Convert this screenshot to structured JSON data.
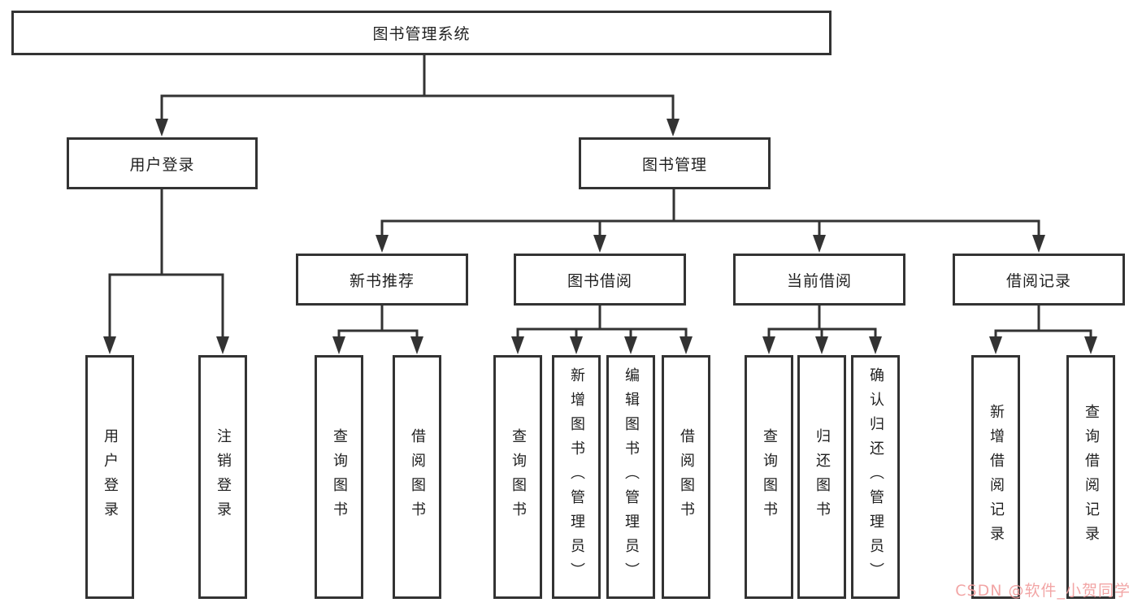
{
  "diagram": {
    "root": {
      "label": "图书管理系统"
    },
    "branches": [
      {
        "label": "用户登录",
        "children": [
          {
            "label": "用户登录"
          },
          {
            "label": "注销登录"
          }
        ]
      },
      {
        "label": "图书管理",
        "children": [
          {
            "label": "新书推荐",
            "children": [
              {
                "label": "查询图书"
              },
              {
                "label": "借阅图书"
              }
            ]
          },
          {
            "label": "图书借阅",
            "children": [
              {
                "label": "查询图书"
              },
              {
                "label": "新增图书（管理员）"
              },
              {
                "label": "编辑图书（管理员）"
              },
              {
                "label": "借阅图书"
              }
            ]
          },
          {
            "label": "当前借阅",
            "children": [
              {
                "label": "查询图书"
              },
              {
                "label": "归还图书"
              },
              {
                "label": "确认归还（管理员）"
              }
            ]
          },
          {
            "label": "借阅记录",
            "children": [
              {
                "label": "新增借阅记录"
              },
              {
                "label": "查询借阅记录"
              }
            ]
          }
        ]
      }
    ]
  },
  "watermark": {
    "text": "CSDN @软件_小贺同学"
  },
  "colors": {
    "line": "#333333",
    "box_border": "#333333",
    "box_fill": "#ffffff",
    "text": "#1f1f1f",
    "background": "#ffffff",
    "watermark": "#f19c9c"
  }
}
